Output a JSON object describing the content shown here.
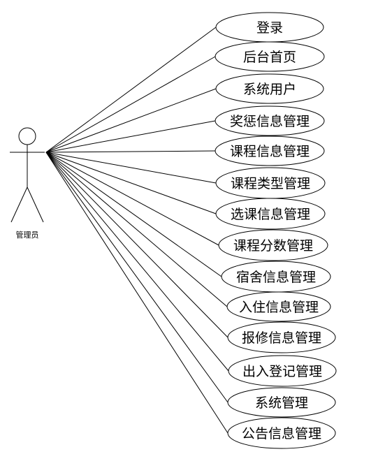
{
  "actor": {
    "name": "管理员"
  },
  "use_cases": [
    {
      "label": "登录"
    },
    {
      "label": "后台首页"
    },
    {
      "label": "系统用户"
    },
    {
      "label": "奖惩信息管理"
    },
    {
      "label": "课程信息管理"
    },
    {
      "label": "课程类型管理"
    },
    {
      "label": "选课信息管理"
    },
    {
      "label": "课程分数管理"
    },
    {
      "label": "宿舍信息管理"
    },
    {
      "label": "入住信息管理"
    },
    {
      "label": "报修信息管理"
    },
    {
      "label": "出入登记管理"
    },
    {
      "label": "系统管理"
    },
    {
      "label": "公告信息管理"
    }
  ]
}
